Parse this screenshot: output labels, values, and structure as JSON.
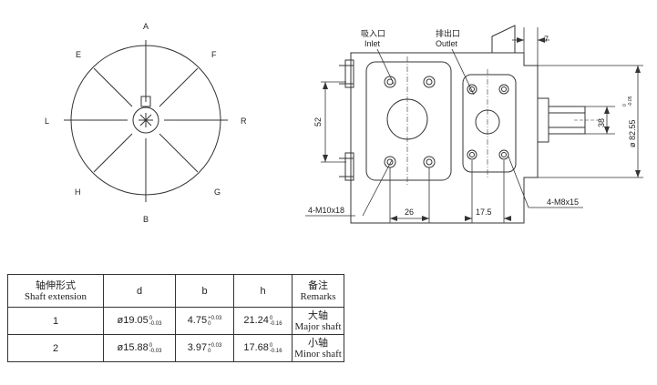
{
  "front_view": {
    "labels": {
      "a": "A",
      "b": "B",
      "e": "E",
      "f": "F",
      "g": "G",
      "h": "H",
      "l": "L",
      "r": "R"
    }
  },
  "side_view": {
    "inlet_cn": "吸入口",
    "inlet_en": "Inlet",
    "outlet_cn": "排出口",
    "outlet_en": "Outlet",
    "dim_7": "7",
    "dim_52": "52",
    "dim_26": "26",
    "dim_17_5": "17.5",
    "dim_38": "38",
    "dim_dia": "ø 82.55",
    "dim_dia_tol_upper": "0",
    "dim_dia_tol_lower": "-0.05",
    "bolt_inlet": "4-M10x18",
    "bolt_outlet": "4-M8x15"
  },
  "table": {
    "headers": {
      "col1_cn": "轴伸形式",
      "col1_en": "Shaft extension",
      "col2": "d",
      "col3": "b",
      "col4": "h",
      "col5_cn": "备注",
      "col5_en": "Remarks"
    },
    "rows": [
      {
        "no": "1",
        "d": "ø19.05",
        "d_up": "0",
        "d_lo": "-0.03",
        "b": "4.75",
        "b_up": "+0.03",
        "b_lo": "0",
        "h": "21.24",
        "h_up": "0",
        "h_lo": "-0.16",
        "remark_cn": "大轴",
        "remark_en": "Major shaft"
      },
      {
        "no": "2",
        "d": "ø15.88",
        "d_up": "0",
        "d_lo": "-0.03",
        "b": "3.97",
        "b_up": "+0.03",
        "b_lo": "0",
        "h": "17.68",
        "h_up": "0",
        "h_lo": "-0.16",
        "remark_cn": "小轴",
        "remark_en": "Minor shaft"
      }
    ]
  }
}
